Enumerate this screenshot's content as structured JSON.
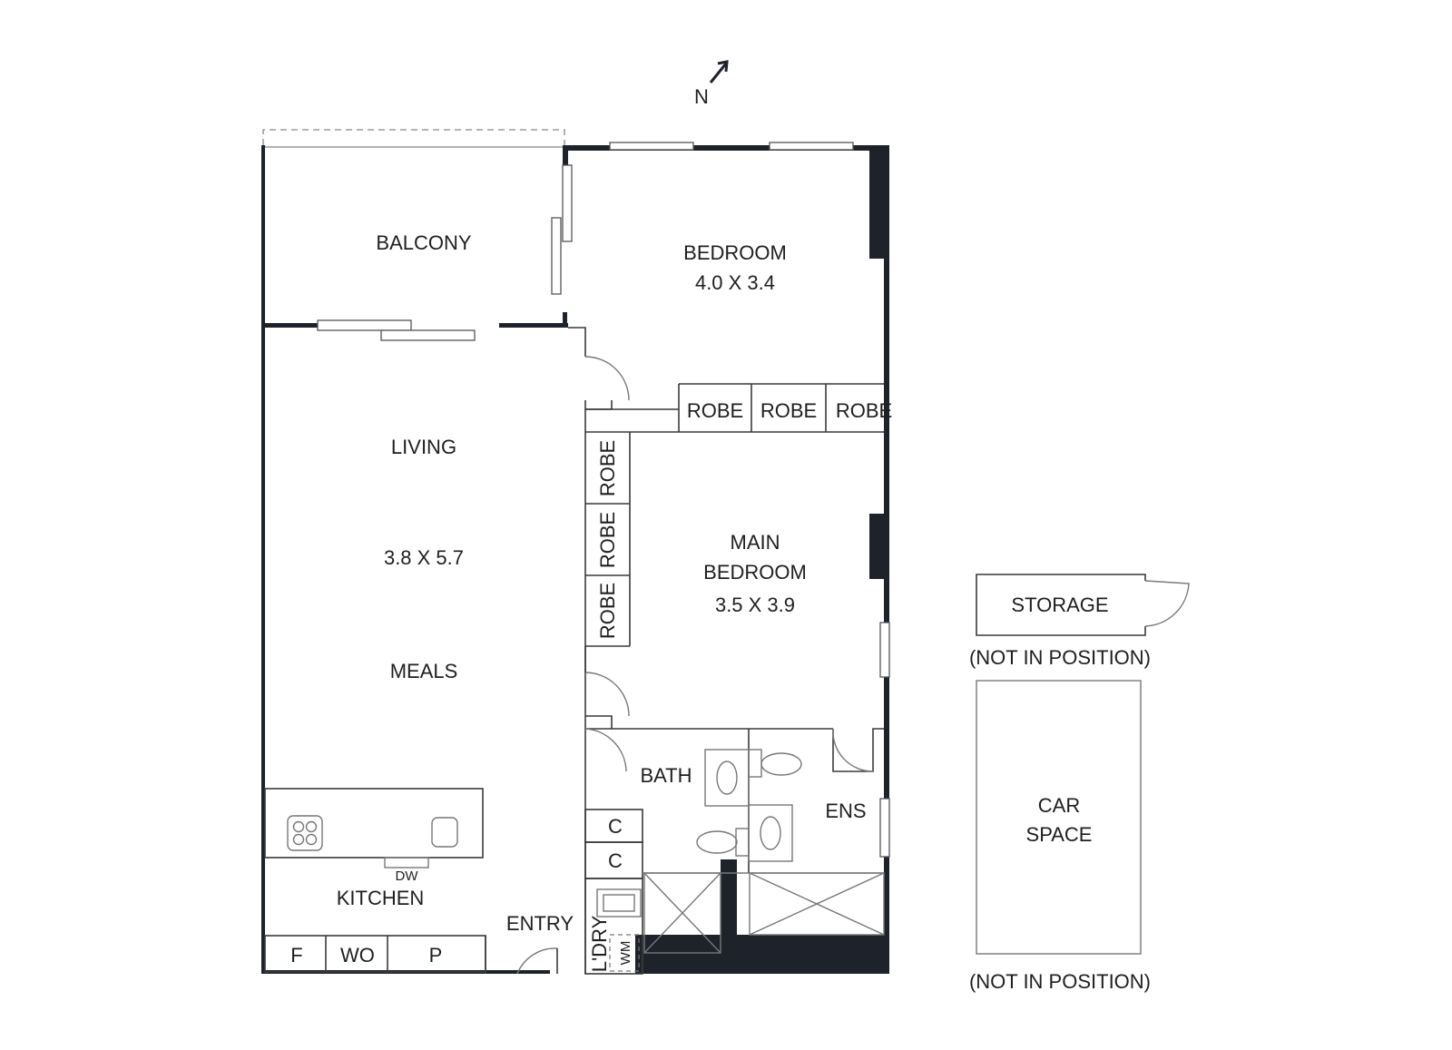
{
  "compass": {
    "label": "N",
    "icon": "north-arrow-icon"
  },
  "rooms": {
    "balcony": {
      "name": "BALCONY"
    },
    "bedroom": {
      "name": "BEDROOM",
      "dims": "4.0 X 3.4"
    },
    "living": {
      "name": "LIVING",
      "dims": "3.8 X 5.7",
      "sub": "MEALS"
    },
    "main_bedroom": {
      "name_line1": "MAIN",
      "name_line2": "BEDROOM",
      "dims": "3.5 X 3.9"
    },
    "kitchen": {
      "name": "KITCHEN",
      "dw": "DW"
    },
    "entry": {
      "name": "ENTRY"
    },
    "bath": {
      "name": "BATH"
    },
    "ens": {
      "name": "ENS"
    },
    "laundry": {
      "name": "L'DRY",
      "wm": "WM"
    }
  },
  "robes": {
    "bedroom": [
      "ROBE",
      "ROBE",
      "ROBE"
    ],
    "main_bedroom": [
      "ROBE",
      "ROBE",
      "ROBE"
    ]
  },
  "cupboards": [
    "C",
    "C"
  ],
  "kitchen_units": [
    "F",
    "WO",
    "P"
  ],
  "storage": {
    "name": "STORAGE",
    "note": "(NOT IN POSITION)"
  },
  "car_space": {
    "line1": "CAR",
    "line2": "SPACE",
    "note": "(NOT IN POSITION)"
  },
  "colors": {
    "wall": "#1e232b",
    "line": "#3a3a3a",
    "background": "#ffffff"
  }
}
